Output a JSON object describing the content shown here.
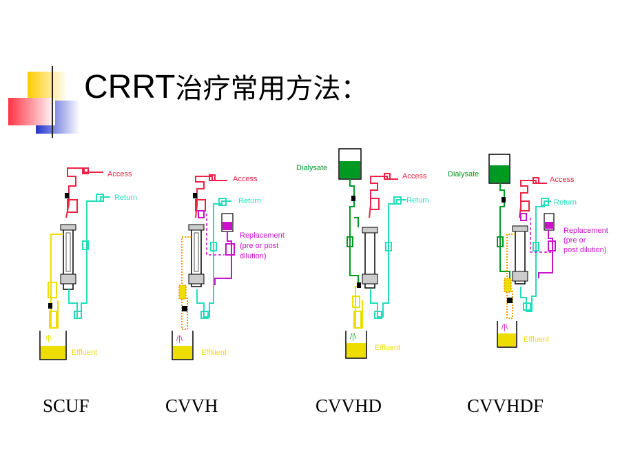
{
  "title": {
    "latin": "CRRT",
    "chinese": "治疗常用方法："
  },
  "colors": {
    "access": "#ee2244",
    "return": "#22ddbb",
    "effluent": "#eedd00",
    "dialysate": "#009922",
    "replacement": "#cc11cc",
    "deco_yellow": "#ffcc00",
    "deco_red": "#ff3344",
    "deco_blue": "#2233cc"
  },
  "labels": {
    "access": "Access",
    "return": "Return",
    "effluent": "Effluent",
    "dialysate": "Dialysate",
    "replacement": "Replacement",
    "replacement_note_1": "(pre or post",
    "replacement_note_2": "dilution)",
    "replacement_note_3": "(pre or",
    "replacement_note_4": "post dilution)"
  },
  "methods": [
    {
      "name": "SCUF"
    },
    {
      "name": "CVVH"
    },
    {
      "name": "CVVHD"
    },
    {
      "name": "CVVHDF"
    }
  ]
}
